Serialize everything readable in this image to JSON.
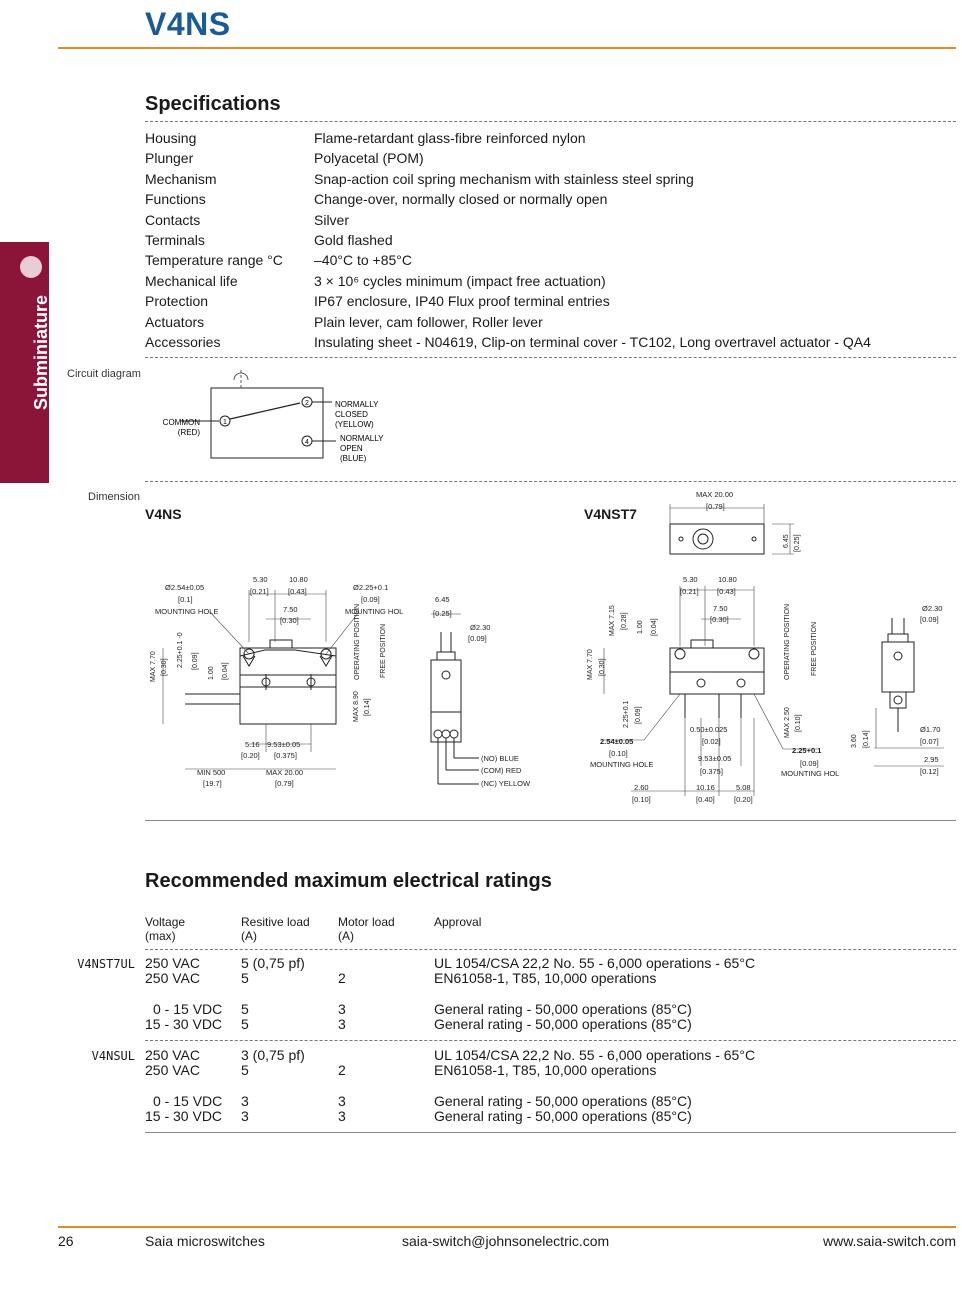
{
  "header": {
    "title": "V4NS"
  },
  "side_tab": {
    "label": "Subminiature"
  },
  "specifications": {
    "heading": "Specifications",
    "rows": [
      {
        "label": "Housing",
        "value": "Flame-retardant glass-fibre reinforced nylon"
      },
      {
        "label": "Plunger",
        "value": "Polyacetal (POM)"
      },
      {
        "label": "Mechanism",
        "value": "Snap-action coil spring mechanism with stainless steel spring"
      },
      {
        "label": "Functions",
        "value": "Change-over, normally closed or normally open"
      },
      {
        "label": "Contacts",
        "value": "Silver"
      },
      {
        "label": "Terminals",
        "value": "Gold flashed"
      },
      {
        "label": "Temperature range °C",
        "value": "–40°C to +85°C"
      },
      {
        "label": "Mechanical life",
        "value": "3 × 10⁶ cycles minimum (impact free actuation)"
      },
      {
        "label": "Protection",
        "value": "IP67 enclosure, IP40 Flux proof terminal entries"
      },
      {
        "label": "Actuators",
        "value": "Plain lever, cam follower, Roller lever"
      },
      {
        "label": "Accessories",
        "value": "Insulating sheet - N04619, Clip-on terminal cover - TC102, Long overtravel actuator - QA4"
      }
    ]
  },
  "circuit": {
    "caption": "Circuit diagram",
    "common": "COMMON",
    "common_color": "(RED)",
    "pin1": "1",
    "pin2": "2",
    "pin4": "4",
    "nc": [
      "NORMALLY",
      "CLOSED",
      "(YELLOW)"
    ],
    "no": [
      "NORMALLY",
      "OPEN",
      "(BLUE)"
    ]
  },
  "dimension": {
    "caption": "Dimension",
    "left_title": "V4NS",
    "right_title": "V4NST7",
    "left": {
      "d_254": "Ø2.54±0.05",
      "d_254_in": "[0.1]",
      "mount_hole": "MOUNTING HOLE",
      "d_530": "5.30",
      "d_530_in": "[0.21]",
      "d_1080": "10.80",
      "d_1080_in": "[0.43]",
      "d_750": "7.50",
      "d_750_in": "[0.30]",
      "d_225": "Ø2.25+0.1",
      "d_225_in": "[0.09]",
      "mount_hol": "MOUNTING HOL",
      "d_645": "6.45",
      "d_645_in": "[0.25]",
      "d_230": "Ø2.30",
      "d_230_in": "[0.09]",
      "max770": "MAX 7.70",
      "max770_in": "[0.30]",
      "d_225b": "2.25+0.1 -0",
      "d_225b_in": "[0.09]",
      "d_100": "1.00",
      "d_100_in": "[0.04]",
      "operating": "OPERATING POSITION",
      "free": "FREE POSITION",
      "max890": "MAX 8.90",
      "max890_in": "[0.14]",
      "d_516": "5.16",
      "d_516_in": "[0.20]",
      "d_953": "9.53±0.05",
      "d_953_in": "[0.375]",
      "min500": "MIN 500",
      "min500_in": "[19.7]",
      "max2000": "MAX 20.00",
      "max2000_in": "[0.79]",
      "no_blue": "(NO) BLUE",
      "com_red": "(COM) RED",
      "nc_yellow": "(NC) YELLOW"
    },
    "right": {
      "max2000": "MAX 20.00",
      "max2000_in": "[0.79]",
      "d_645": "6.45",
      "d_645_in": "[0.25]",
      "d_530": "5.30",
      "d_530_in": "[0.21]",
      "d_1080": "10.80",
      "d_1080_in": "[0.43]",
      "d_750": "7.50",
      "d_750_in": "[0.30]",
      "max715": "MAX 7.15",
      "max715_in": "[0.28]",
      "d_100": "1.00",
      "d_100_in": "[0.04]",
      "max770": "MAX 7.70",
      "max770_in": "[0.30]",
      "d_230": "Ø2.30",
      "d_230_in": "[0.09]",
      "operating": "OPERATING POSITION",
      "free": "FREE POSITION",
      "d_225": "2.25+0.1",
      "d_225_in": "[0.09]",
      "d_254": "2.54±0.05",
      "d_254_in": "[0.10]",
      "mount_hole": "MOUNTING HOLE",
      "d_050": "0.50±0.025",
      "d_050_in": "[0.02]",
      "max250": "MAX 2.50",
      "max250_in": "[0.10]",
      "d_225b": "2.25+0.1",
      "d_225b_in": "[0.09]",
      "mount_hol": "MOUNTING HOL",
      "d_953": "9.53±0.05",
      "d_953_in": "[0.375]",
      "d_360": "3.60",
      "d_360_in": "[0.14]",
      "d_170": "Ø1.70",
      "d_170_in": "[0.07]",
      "d_295": "2.95",
      "d_295_in": "[0.12]",
      "d_260": "2.60",
      "d_260_in": "[0.10]",
      "d_1016": "10.16",
      "d_1016_in": "[0.40]",
      "d_508": "5.08",
      "d_508_in": "[0.20]"
    }
  },
  "ratings": {
    "heading": "Recommended maximum electrical ratings",
    "headers": [
      [
        "Voltage",
        "(max)"
      ],
      [
        "Resitive load",
        "(A)"
      ],
      [
        "Motor load",
        "(A)"
      ],
      [
        "Approval",
        ""
      ]
    ],
    "groups": [
      {
        "model": "V4NST7UL",
        "rows": [
          {
            "voltage": "250 VAC",
            "resistive": "5 (0,75 pf)",
            "motor": "",
            "approval": "UL 1054/CSA 22,2 No. 55 - 6,000 operations - 65°C"
          },
          {
            "voltage": "250 VAC",
            "resistive": "5",
            "motor": "2",
            "approval": "EN61058-1, T85, 10,000 operations"
          },
          {
            "voltage": "0 - 15 VDC",
            "resistive": "5",
            "motor": "3",
            "approval": "General rating - 50,000 operations (85°C)"
          },
          {
            "voltage": "15 - 30 VDC",
            "resistive": "5",
            "motor": "3",
            "approval": "General rating - 50,000 operations (85°C)"
          }
        ]
      },
      {
        "model": "V4NSUL",
        "rows": [
          {
            "voltage": "250 VAC",
            "resistive": "3 (0,75 pf)",
            "motor": "",
            "approval": "UL 1054/CSA 22,2 No. 55 - 6,000 operations - 65°C"
          },
          {
            "voltage": "250 VAC",
            "resistive": "5",
            "motor": "2",
            "approval": "EN61058-1, T85, 10,000 operations"
          },
          {
            "voltage": "0 - 15 VDC",
            "resistive": "3",
            "motor": "3",
            "approval": "General rating - 50,000 operations (85°C)"
          },
          {
            "voltage": "15 - 30 VDC",
            "resistive": "3",
            "motor": "3",
            "approval": "General rating - 50,000 operations (85°C)"
          }
        ]
      }
    ]
  },
  "footer": {
    "page_number": "26",
    "company": "Saia microswitches",
    "email": "saia-switch@johnsonelectric.com",
    "website": "www.saia-switch.com"
  },
  "colors": {
    "title": "#1a5a96",
    "accent_rule": "#e48a2c",
    "side_tab": "#8b1538"
  }
}
